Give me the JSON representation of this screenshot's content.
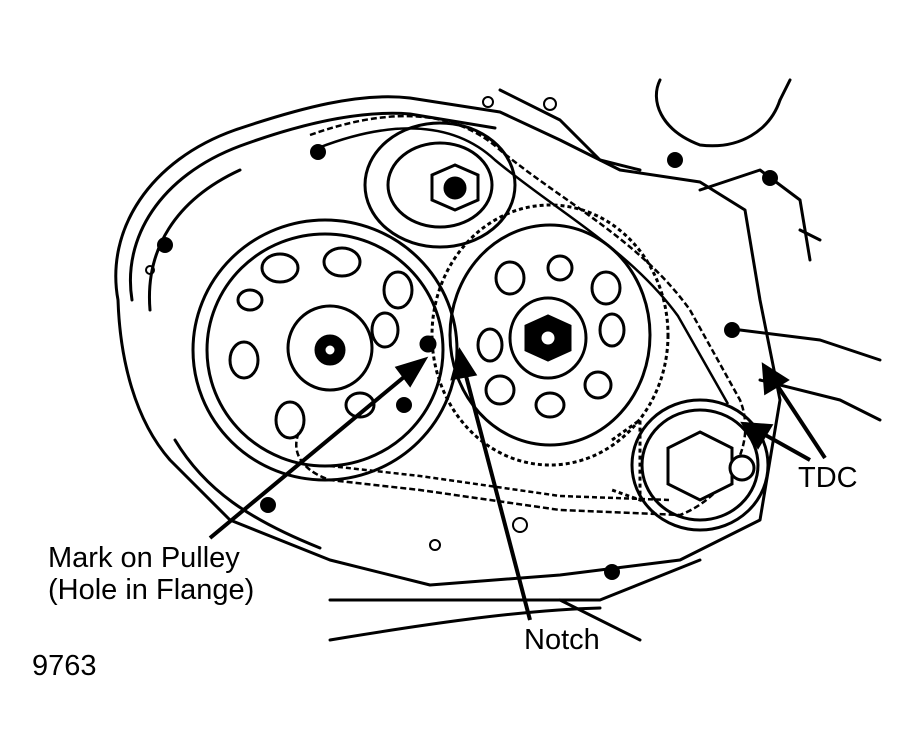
{
  "labels": {
    "mark_on_pulley": "Mark on Pulley",
    "hole_in_flange": "(Hole in Flange)",
    "notch": "Notch",
    "tdc": "TDC"
  },
  "figure_number": "9763",
  "colors": {
    "ink": "#000000",
    "paper": "#ffffff"
  }
}
